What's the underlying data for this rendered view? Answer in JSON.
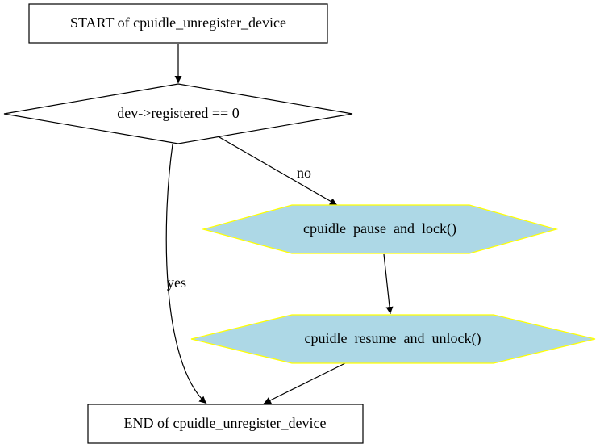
{
  "nodes": {
    "start": "START of cpuidle_unregister_device",
    "decision": "dev->registered == 0",
    "pause": "cpuidle  pause  and  lock()",
    "resume": "cpuidle  resume  and  unlock()",
    "end": "END of cpuidle_unregister_device"
  },
  "edges": {
    "no": "no",
    "yes": "yes"
  },
  "colors": {
    "process_fill": "#add8e6",
    "process_stroke": "#ffff00",
    "line": "#000000"
  }
}
